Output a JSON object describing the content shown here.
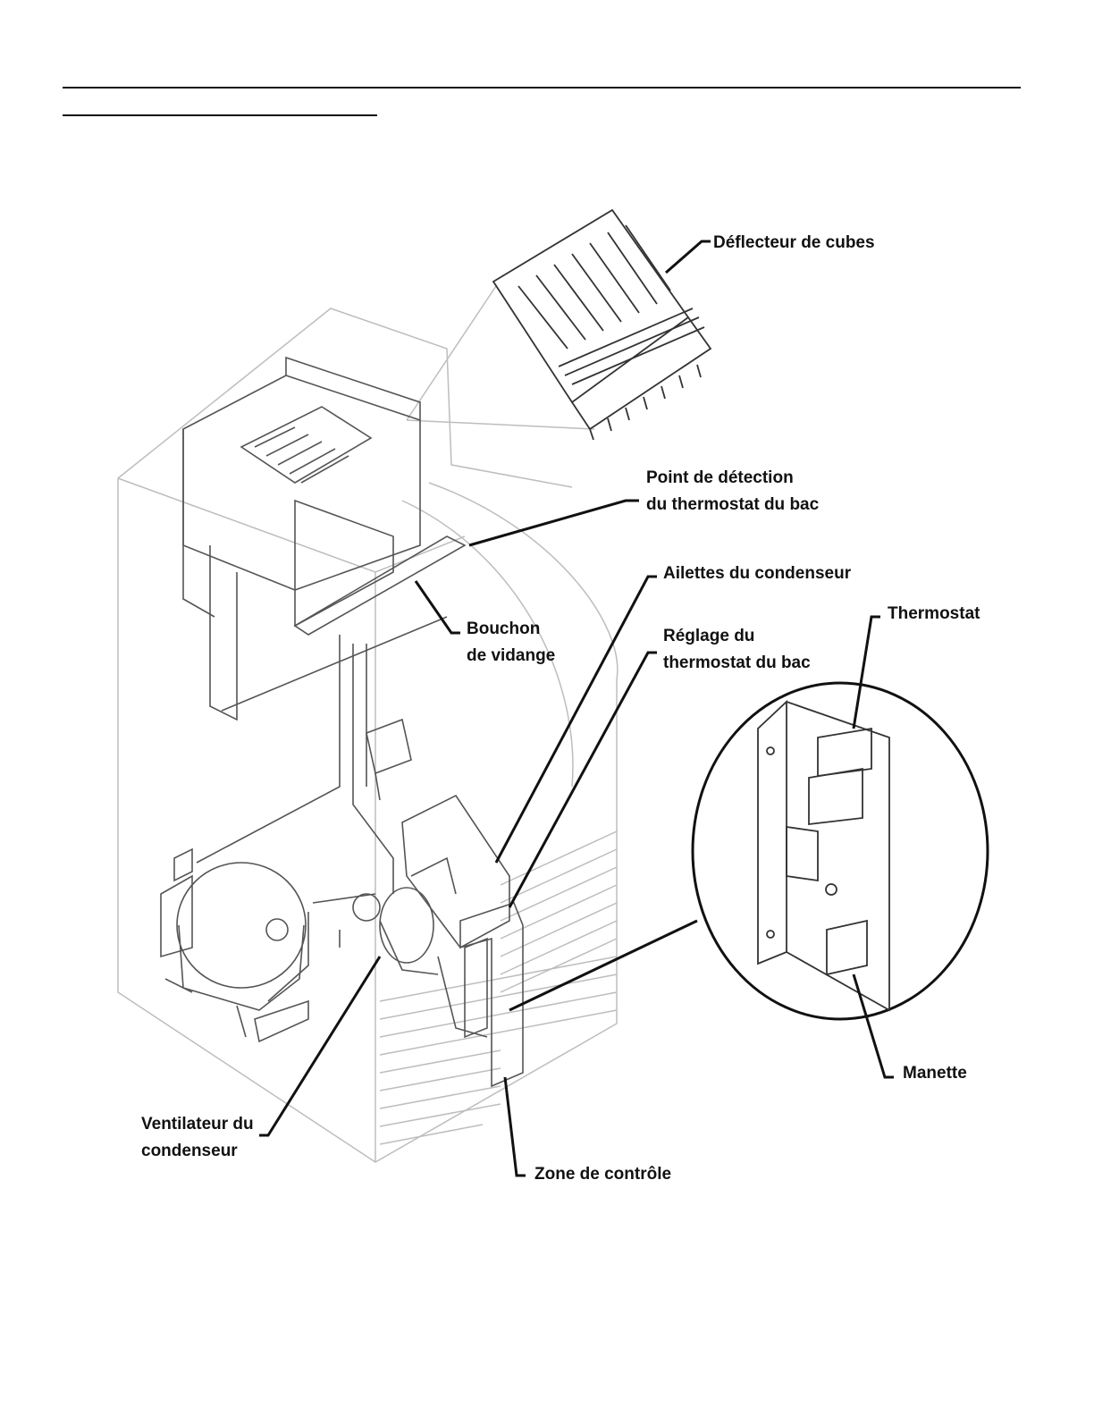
{
  "labels": {
    "deflector": "Déflecteur de cubes",
    "sensing_line1": "Point de détection",
    "sensing_line2": "du thermostat du bac",
    "condenser_fins": "Ailettes du condenseur",
    "drain_line1": "Bouchon",
    "drain_line2": "de vidange",
    "adjust_line1": "Réglage du",
    "adjust_line2": "thermostat du bac",
    "thermostat": "Thermostat",
    "knob": "Manette",
    "fan_line1": "Ventilateur du",
    "fan_line2": "condenseur",
    "control_zone": "Zone de contrôle"
  }
}
